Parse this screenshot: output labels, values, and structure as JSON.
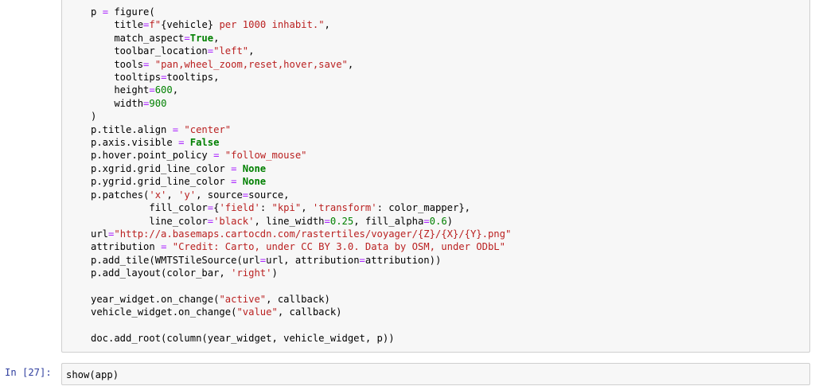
{
  "colors": {
    "cell_background": "#f7f7f7",
    "cell_border": "#cfcfcf",
    "prompt": "#303f9f",
    "string": "#ba2121",
    "operator": "#aa22ff",
    "keyword": "#008000",
    "number": "#008000"
  },
  "cell1": {
    "lines": [
      "p = figure(",
      "    title=f\"{vehicle} per 1000 inhabit.\",",
      "    match_aspect=True,",
      "    toolbar_location=\"left\",",
      "    tools= \"pan,wheel_zoom,reset,hover,save\",",
      "    tooltips=tooltips,",
      "    height=600,",
      "    width=900",
      ")",
      "p.title.align = \"center\"",
      "p.axis.visible = False",
      "p.hover.point_policy = \"follow_mouse\"",
      "p.xgrid.grid_line_color = None",
      "p.ygrid.grid_line_color = None",
      "p.patches('x', 'y', source=source,",
      "          fill_color={'field': \"kpi\", 'transform': color_mapper},",
      "          line_color='black', line_width=0.25, fill_alpha=0.6)",
      "url=\"http://a.basemaps.cartocdn.com/rastertiles/voyager/{Z}/{X}/{Y}.png\"",
      "attribution = \"Credit: Carto, under CC BY 3.0. Data by OSM, under ODbL\"",
      "p.add_tile(WMTSTileSource(url=url, attribution=attribution))",
      "p.add_layout(color_bar, 'right')",
      "",
      "year_widget.on_change(\"active\", callback)",
      "vehicle_widget.on_change(\"value\", callback)",
      "",
      "doc.add_root(column(year_widget, vehicle_widget, p))"
    ]
  },
  "cell2": {
    "prompt": "In [27]:",
    "code": "show(app)"
  }
}
